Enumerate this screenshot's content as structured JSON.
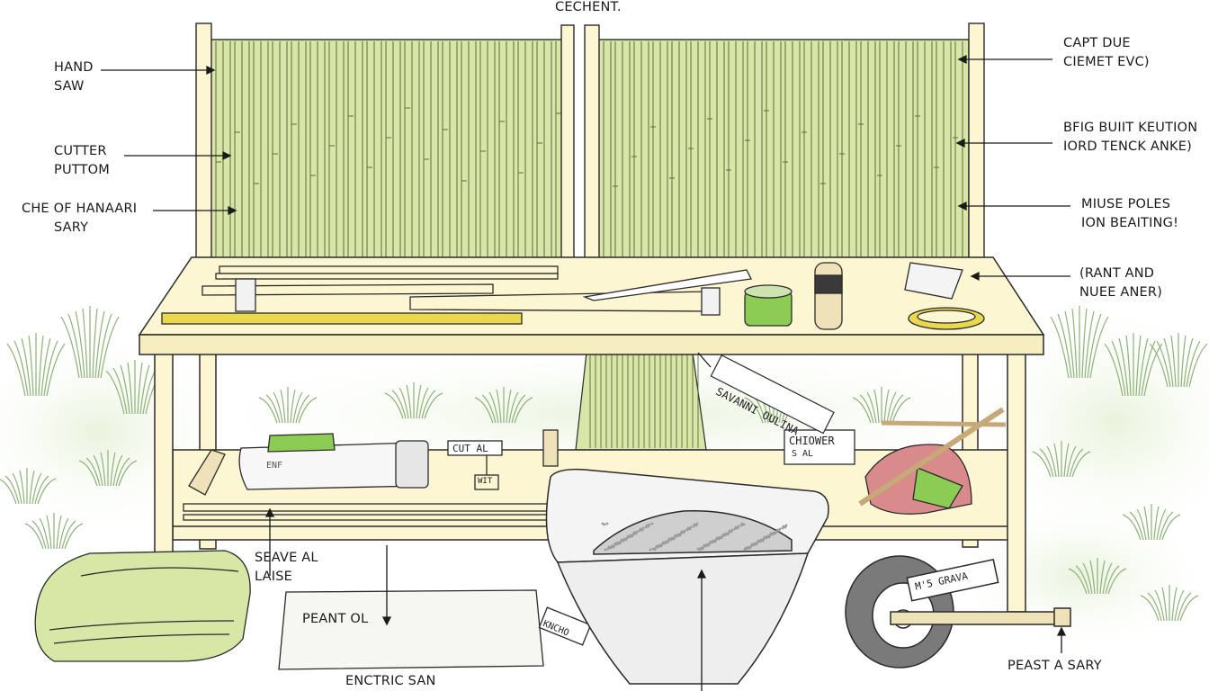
{
  "title": "CECHENT.",
  "callouts": {
    "hand_saw": [
      "HAND",
      "SAW"
    ],
    "cutter_puttom": [
      "CUTTER",
      "PUTTOM"
    ],
    "che_of_hanaari": [
      "CHE OF HANAARI",
      "SARY"
    ],
    "capt_due": [
      "CAPT DUE",
      "CIEMET EVC)"
    ],
    "bfig_built": [
      "BFIG BUIIT KEUTION",
      "IORD TENCK ANKE)"
    ],
    "miuse_poles": [
      "MIUSE POLES",
      "ION BEAITING!"
    ],
    "rant_and": [
      "(RANT AND",
      "NUEE ANER)"
    ],
    "seave_al": [
      "SEAVE AL",
      "LAISE"
    ],
    "peant_ol": "PEANT OL",
    "enctric_san": "ENCTRIC SAN",
    "peast_a_sary": "PEAST A SARY"
  },
  "tags": {
    "cut_al": "CUT AL",
    "wit": "WIT",
    "sign_diagonal": "SAVANNI OULINA",
    "chiower": "CHIOWER",
    "chiower_sub": "S  AL",
    "kncho": "KNCHO",
    "grava": "M'5 GRAVA",
    "tool_text": "ENF"
  },
  "colors": {
    "bamboo": "#d8e6a8",
    "bamboo_line": "#5e6a3a",
    "bench": "#fcf6d3",
    "outline": "#2a2a2a",
    "grass": "#8fb07a",
    "mat": "#d6e7a6",
    "accent_green": "#8ccc55",
    "accent_yellow": "#e9d84d",
    "accent_red": "#d98a8a"
  }
}
